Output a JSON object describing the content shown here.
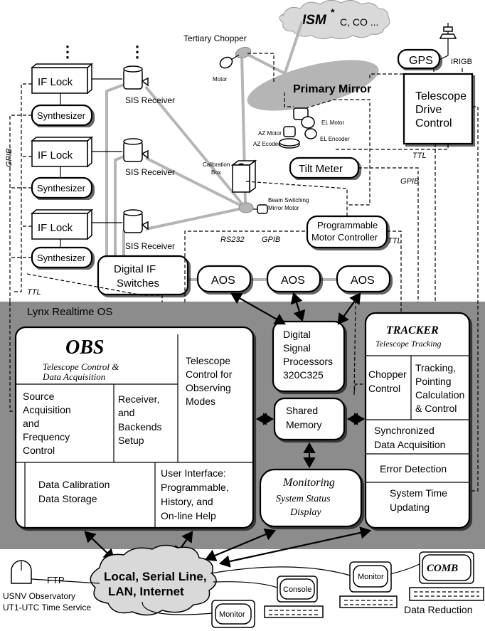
{
  "sky": {
    "source": "ISM",
    "star": "*",
    "molecules": "C, CO ..."
  },
  "optics": {
    "tertiary_chopper": "Tertiary Chopper",
    "motor": "Motor",
    "primary_mirror": "Primary Mirror",
    "el_motor": "EL Motor",
    "el_encoder": "EL Encoder",
    "az_motor": "AZ Motor",
    "az_encoder": "AZ Ecoder",
    "calibration_box": [
      "Calibration",
      "Box"
    ],
    "beam_switching": [
      "Beam Switching",
      "Mirror Motor"
    ]
  },
  "receivers": {
    "if_lock": "IF Lock",
    "synthesizer": "Synthesizer",
    "sis_receiver": "SIS Receiver",
    "ellipsis": "⋮"
  },
  "timing": {
    "gps": "GPS",
    "irigb": "IRIGB"
  },
  "telescope_drive": [
    "Telescope",
    "Drive",
    "Control"
  ],
  "tilt_meter": "Tilt Meter",
  "motor_controller": [
    "Programmable",
    "Motor Controller"
  ],
  "digital_if": [
    "Digital IF",
    "Switches"
  ],
  "aos": "AOS",
  "signal_labels": {
    "gpib": "GPIB",
    "ttl": "TTL",
    "rs232": "RS232"
  },
  "realtime_os": "Lynx Realtime OS",
  "obs": {
    "title": "OBS",
    "subtitle": [
      "Telescope Control &",
      "Data Acquisition"
    ],
    "telescope_control_modes": [
      "Telescope",
      "Control for",
      "Observing",
      "Modes"
    ],
    "source_acquisition": [
      "Source",
      "Acquisition",
      "and",
      "Frequency",
      "Control"
    ],
    "receiver_setup": [
      "Receiver,",
      "and",
      "Backends",
      "Setup"
    ],
    "data_calibration": [
      "Data Calibration",
      "Data Storage"
    ],
    "user_interface": [
      "User Interface:",
      "Programmable,",
      "History, and",
      "On-line Help"
    ]
  },
  "dsp": [
    "Digital",
    "Signal",
    "Processors",
    "320C325"
  ],
  "shared_memory": [
    "Shared",
    "Memory"
  ],
  "monitoring": {
    "title": "Monitoring",
    "subtitle": [
      "System Status",
      "Display"
    ]
  },
  "tracker": {
    "title": "TRACKER",
    "subtitle": "Telescope Tracking",
    "chopper": [
      "Chopper",
      "Control"
    ],
    "tracking": [
      "Tracking,",
      "Pointing",
      "Calculation",
      "& Control"
    ],
    "sync": [
      "Synchronized",
      "Data Acquisition"
    ],
    "error": "Error Detection",
    "time": [
      "System Time",
      "Updating"
    ]
  },
  "network": {
    "cloud": [
      "Local, Serial Line,",
      "LAN, Internet"
    ],
    "ftp": "FTP",
    "usnv": [
      "USNV Observatory",
      "UT1-UTC  Time Service"
    ],
    "console": "Console",
    "monitor": "Monitor",
    "comb": "COMB",
    "data_reduction": "Data Reduction"
  },
  "colors": {
    "os_band": "#8c8c8c",
    "beam": "#b5b5b5",
    "cloud": "#d9d9d9"
  }
}
